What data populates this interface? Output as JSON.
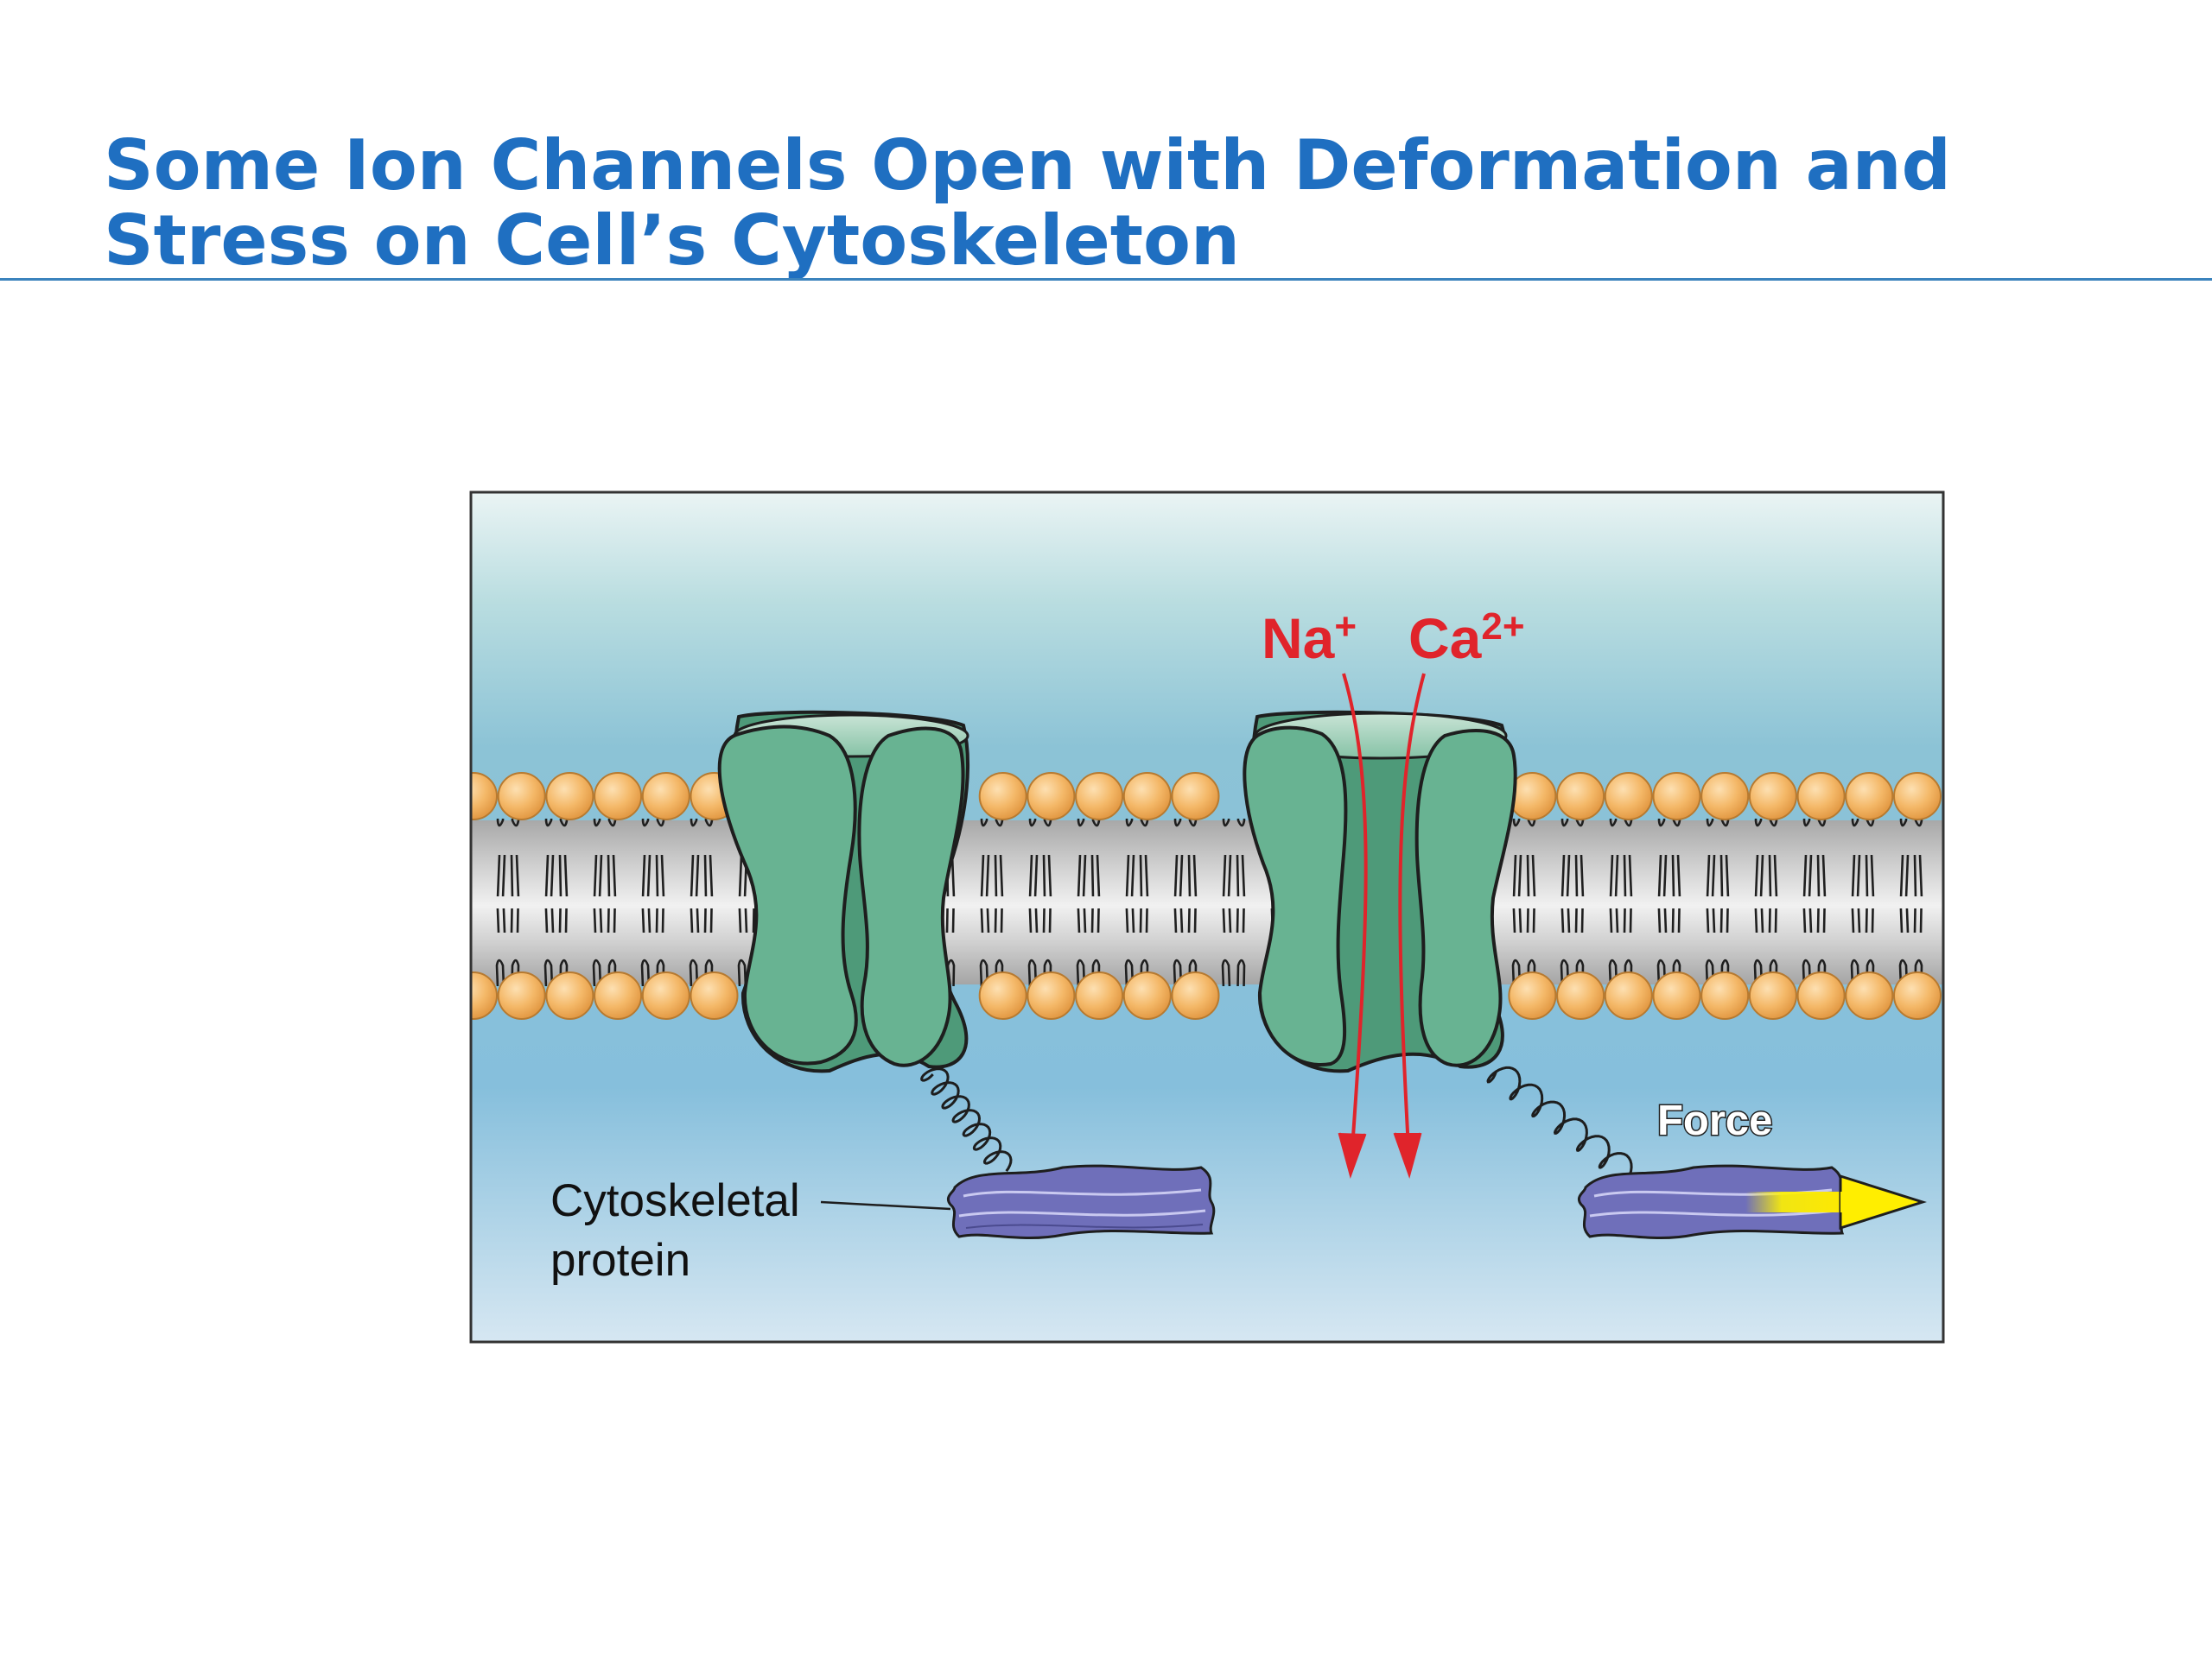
{
  "slide": {
    "title_line1": "Some Ion Channels Open with Deformation and",
    "title_line2": "Stress on Cell’s Cytoskeleton",
    "title_color": "#1f6fc1"
  },
  "figure": {
    "ion_na": "Na",
    "ion_na_charge": "+",
    "ion_ca": "Ca",
    "ion_ca_charge": "2+",
    "cytoskeletal_label_line1": "Cytoskeletal",
    "cytoskeletal_label_line2": "protein",
    "force_label": "Force",
    "colors": {
      "channel": "#6ab492",
      "lipid_head": "#f1b064",
      "cytoskeletal_protein": "#6f6fba",
      "ion_arrows": "#e0242b",
      "force_arrow": "#ffee00",
      "background_top": "#eaf4f4",
      "background_bottom": "#d6e7f2"
    }
  }
}
